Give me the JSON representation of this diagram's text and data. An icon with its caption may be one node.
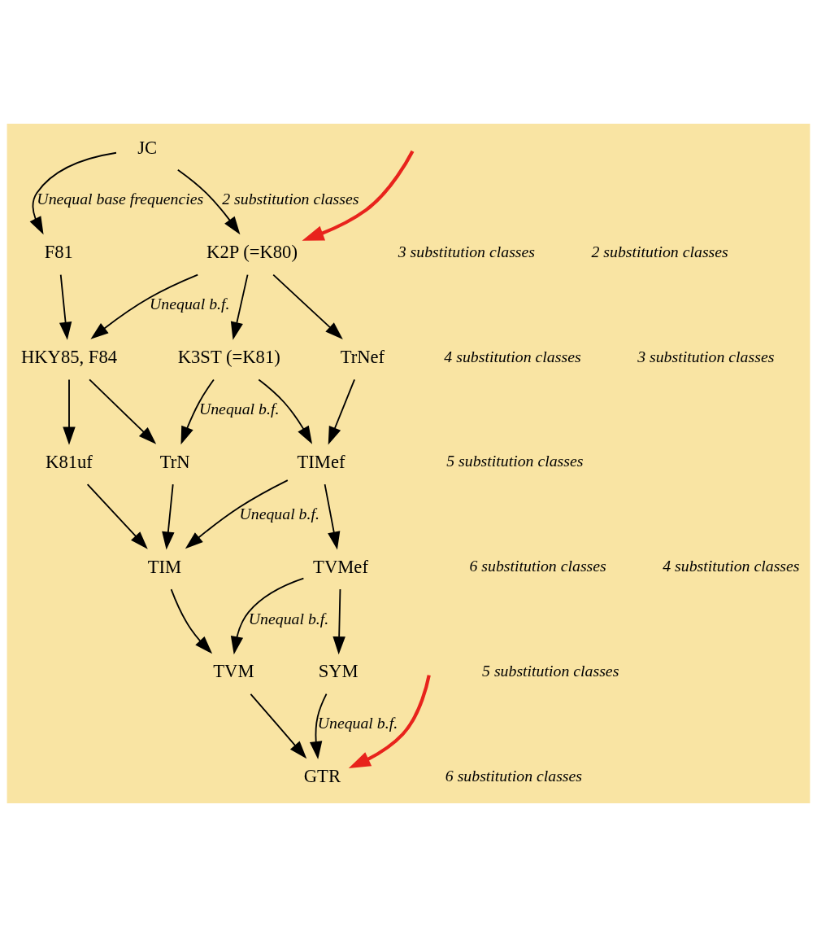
{
  "diagram": {
    "nodes": [
      {
        "text": [
          "JC"
        ]
      },
      {
        "text": [
          "F81"
        ]
      },
      {
        "text": [
          "K2P (=K80)"
        ]
      },
      {
        "text": [
          "HKY85, F84"
        ]
      },
      {
        "text": [
          "K3ST (=K81)"
        ]
      },
      {
        "text": [
          "TrNef"
        ]
      },
      {
        "text": [
          "K81uf"
        ]
      },
      {
        "text": [
          "TrN"
        ]
      },
      {
        "text": [
          "TIMef"
        ]
      },
      {
        "text": [
          "TIM"
        ]
      },
      {
        "text": [
          "TVMef"
        ]
      },
      {
        "text": [
          "TVM"
        ]
      },
      {
        "text": [
          "SYM"
        ]
      },
      {
        "text": [
          "GTR"
        ]
      }
    ],
    "edges": [
      {
        "from": 0,
        "to": 1,
        "arrow": "to",
        "label": "Unequal base frequencies"
      },
      {
        "from": 0,
        "to": 2,
        "arrow": "to",
        "label": "2 substitution classes"
      },
      {
        "from": 1,
        "to": 3,
        "arrow": "to"
      },
      {
        "from": 2,
        "to": 3,
        "arrow": "to",
        "label": "Unequal b.f."
      },
      {
        "from": 2,
        "to": 4,
        "arrow": "to"
      },
      {
        "from": 2,
        "to": 5,
        "arrow": "to"
      },
      {
        "from": 3,
        "to": 6,
        "arrow": "to"
      },
      {
        "from": 3,
        "to": 7,
        "arrow": "to"
      },
      {
        "from": 4,
        "to": 7,
        "arrow": "to",
        "label": "Unequal b.f."
      },
      {
        "from": 4,
        "to": 8,
        "arrow": "to"
      },
      {
        "from": 5,
        "to": 8,
        "arrow": "to"
      },
      {
        "from": 6,
        "to": 9,
        "arrow": "to"
      },
      {
        "from": 7,
        "to": 9,
        "arrow": "to"
      },
      {
        "from": 8,
        "to": 9,
        "arrow": "to",
        "label": "Unequal b.f."
      },
      {
        "from": 8,
        "to": 10,
        "arrow": "to"
      },
      {
        "from": 9,
        "to": 11,
        "arrow": "to"
      },
      {
        "from": 10,
        "to": 11,
        "arrow": "to",
        "label": "Unequal b.f."
      },
      {
        "from": 10,
        "to": 12,
        "arrow": "to"
      },
      {
        "from": 11,
        "to": 13,
        "arrow": "to"
      },
      {
        "from": 12,
        "to": 13,
        "arrow": "to",
        "label": "Unequal b.f."
      },
      {
        "from": null,
        "to": 2,
        "arrow": "to",
        "style": "thick",
        "color": "#e8231c"
      },
      {
        "from": null,
        "to": 13,
        "arrow": "to",
        "style": "thick",
        "color": "#e8231c"
      }
    ],
    "labels": [
      "2 substitution classes",
      "3 substitution classes",
      "3 substitution classes",
      "4 substitution classes",
      "5 substitution classes",
      "4 substitution classes",
      "5 substitution classes",
      "6 substitution classes",
      "6 substitution classes"
    ]
  }
}
